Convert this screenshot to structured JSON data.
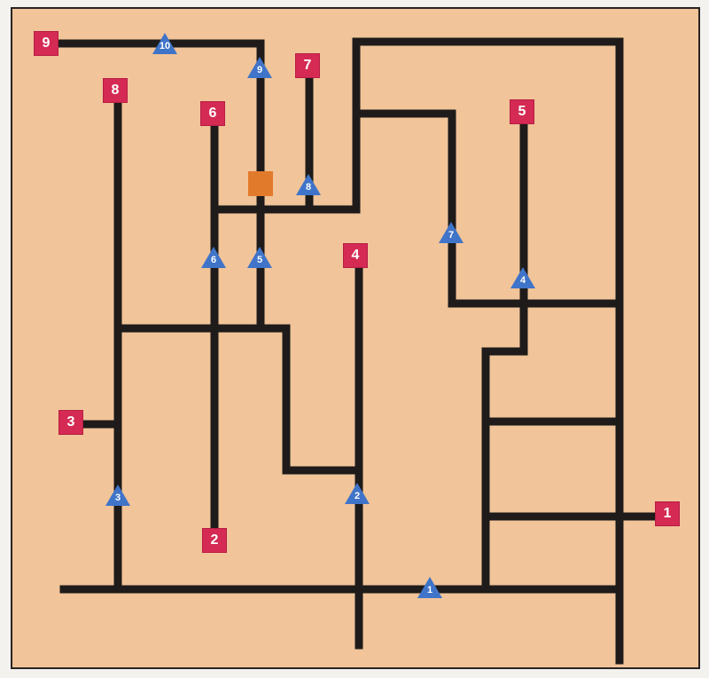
{
  "map": {
    "colors": {
      "background": "#f1c499",
      "road": "#1e1b1a",
      "exit_marker": "#d42a53",
      "checkpoint_marker": "#3f74c9",
      "goal": "#e27a2b"
    },
    "exit_markers": [
      "1",
      "2",
      "3",
      "4",
      "5",
      "6",
      "7",
      "8",
      "9"
    ],
    "checkpoints": [
      "1",
      "2",
      "3",
      "4",
      "5",
      "6",
      "7",
      "8",
      "9",
      "10"
    ],
    "goal_icon": "orange-square-icon"
  }
}
